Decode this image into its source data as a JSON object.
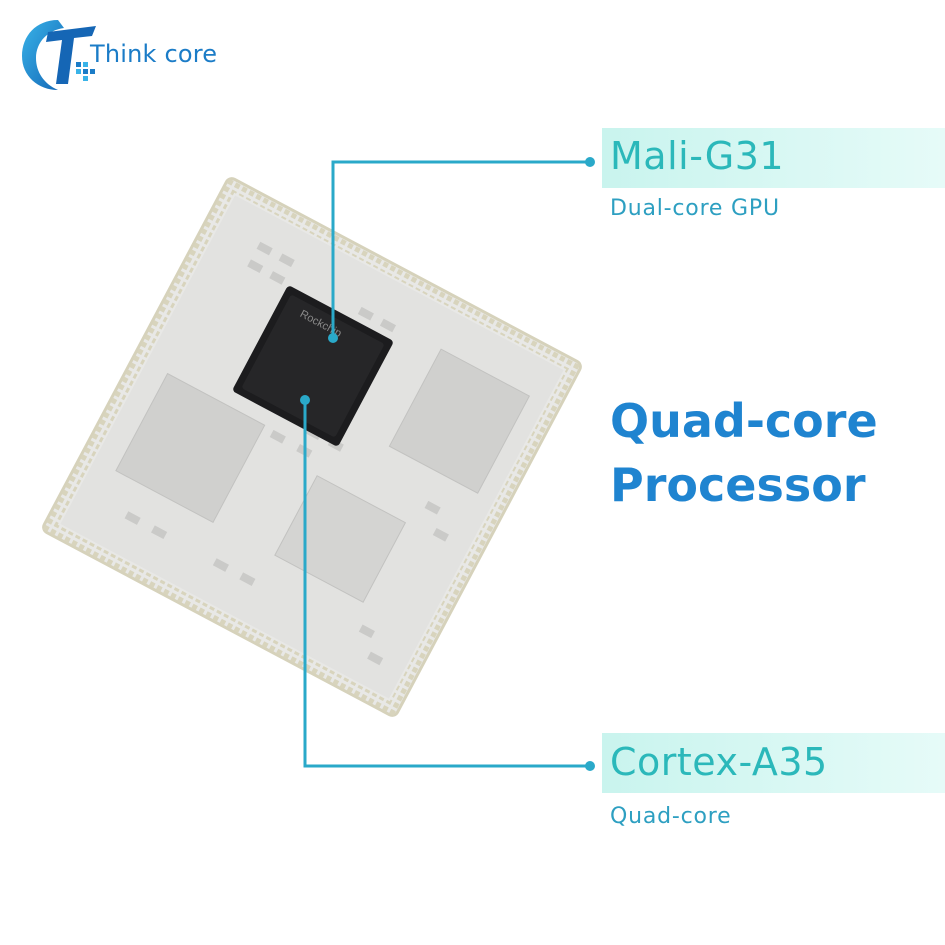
{
  "brand": {
    "name": "Think core",
    "colors": {
      "primary": "#1b7cc7",
      "accent": "#2bb8ba"
    }
  },
  "callouts": [
    {
      "title": "Mali-G31",
      "subtitle": "Dual-core GPU"
    },
    {
      "title": "Cortex-A35",
      "subtitle": "Quad-core"
    }
  ],
  "headline": {
    "line1": "Quad-core",
    "line2": "Processor"
  },
  "chip": {
    "marking": "Rockchip"
  },
  "colors": {
    "headline": "#1f84d0",
    "callout_line": "#2aa9c9",
    "callout_band": "#c9f4ee"
  }
}
